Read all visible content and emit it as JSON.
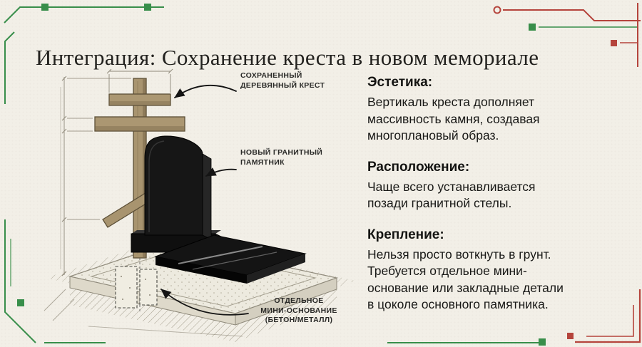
{
  "title": "Интеграция: Сохранение креста в новом мемориале",
  "diagram": {
    "labels": {
      "cross": {
        "lines": [
          "СОХРАНЕННЫЙ",
          "ДЕРЕВЯННЫЙ КРЕСТ"
        ]
      },
      "monument": {
        "lines": [
          "НОВЫЙ ГРАНИТНЫЙ",
          "ПАМЯТНИК"
        ]
      },
      "foundation": {
        "lines": [
          "ОТДЕЛЬНОЕ",
          "МИНИ-ОСНОВАНИЕ",
          "(БЕТОН/МЕТАЛЛ)"
        ]
      }
    }
  },
  "sections": [
    {
      "heading": "Эстетика:",
      "lines": [
        "Вертикаль креста дополняет",
        "массивность камня, создавая",
        "многоплановый образ."
      ]
    },
    {
      "heading": "Расположение:",
      "lines": [
        "Чаще всего устанавливается",
        "позади гранитной стелы."
      ]
    },
    {
      "heading": "Крепление:",
      "lines": [
        "Нельзя просто воткнуть в грунт.",
        "Требуется отдельное мини-",
        "основание или закладные детали",
        "в цоколе основного памятника."
      ]
    }
  ],
  "colors": {
    "background": "#f2efe7",
    "accent_green": "#388e4a",
    "accent_red": "#b5443c",
    "ink": "#1e1e1c",
    "wood": "#a8946f",
    "granite": "#141414"
  }
}
